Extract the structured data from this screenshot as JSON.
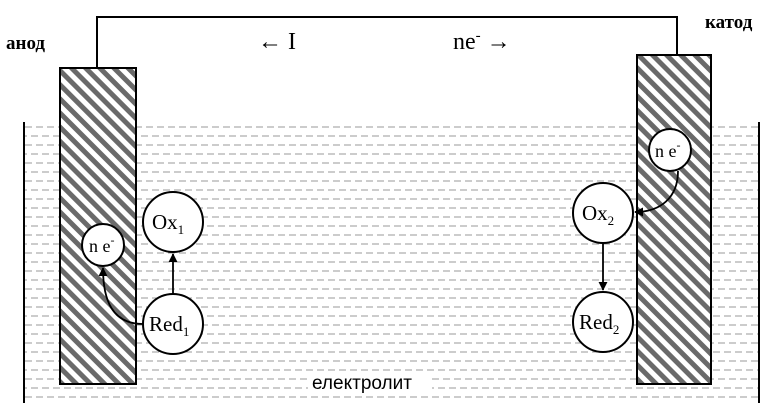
{
  "labels": {
    "anode": "анод",
    "cathode": "катод",
    "current": "← I",
    "electron_flow_base": "ne",
    "electron_flow_sup": "-",
    "electron_flow_arrow": "→",
    "electrolyte": "електролит"
  },
  "anode_side": {
    "electrons": {
      "base": "n e",
      "sup": "-"
    },
    "oxidized": {
      "base": "Ox",
      "sub": "1"
    },
    "reduced": {
      "base": "Red",
      "sub": "1"
    }
  },
  "cathode_side": {
    "electrons": {
      "base": "n e",
      "sup": "-"
    },
    "oxidized": {
      "base": "Ox",
      "sub": "2"
    },
    "reduced": {
      "base": "Red",
      "sub": "2"
    }
  },
  "colors": {
    "line": "#000000",
    "dash": "#9a9a9a",
    "hatch": "#6a6a6a",
    "background": "#ffffff"
  }
}
